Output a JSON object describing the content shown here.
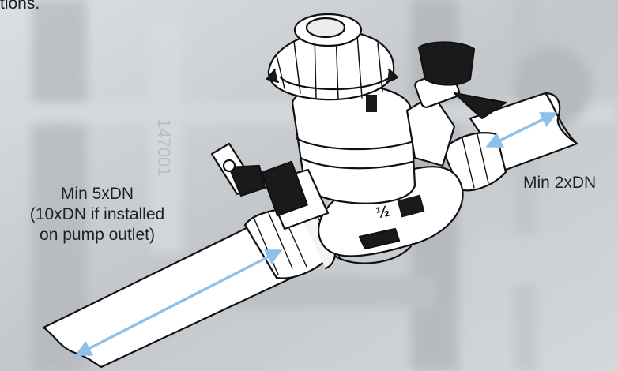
{
  "caption_fragment": "tions.",
  "labels": {
    "upstream_line1": "Min 5xDN",
    "upstream_line2": "(10xDN if installed",
    "upstream_line3": "on pump outlet)",
    "downstream": "Min 2xDN"
  },
  "valve_markings": {
    "size": "½",
    "serial_fragment": "147001"
  },
  "colors": {
    "arrow": "#8ec1ea",
    "outline": "#111111",
    "pipe_fill": "#ffffff",
    "background": "#c9ccd0"
  }
}
